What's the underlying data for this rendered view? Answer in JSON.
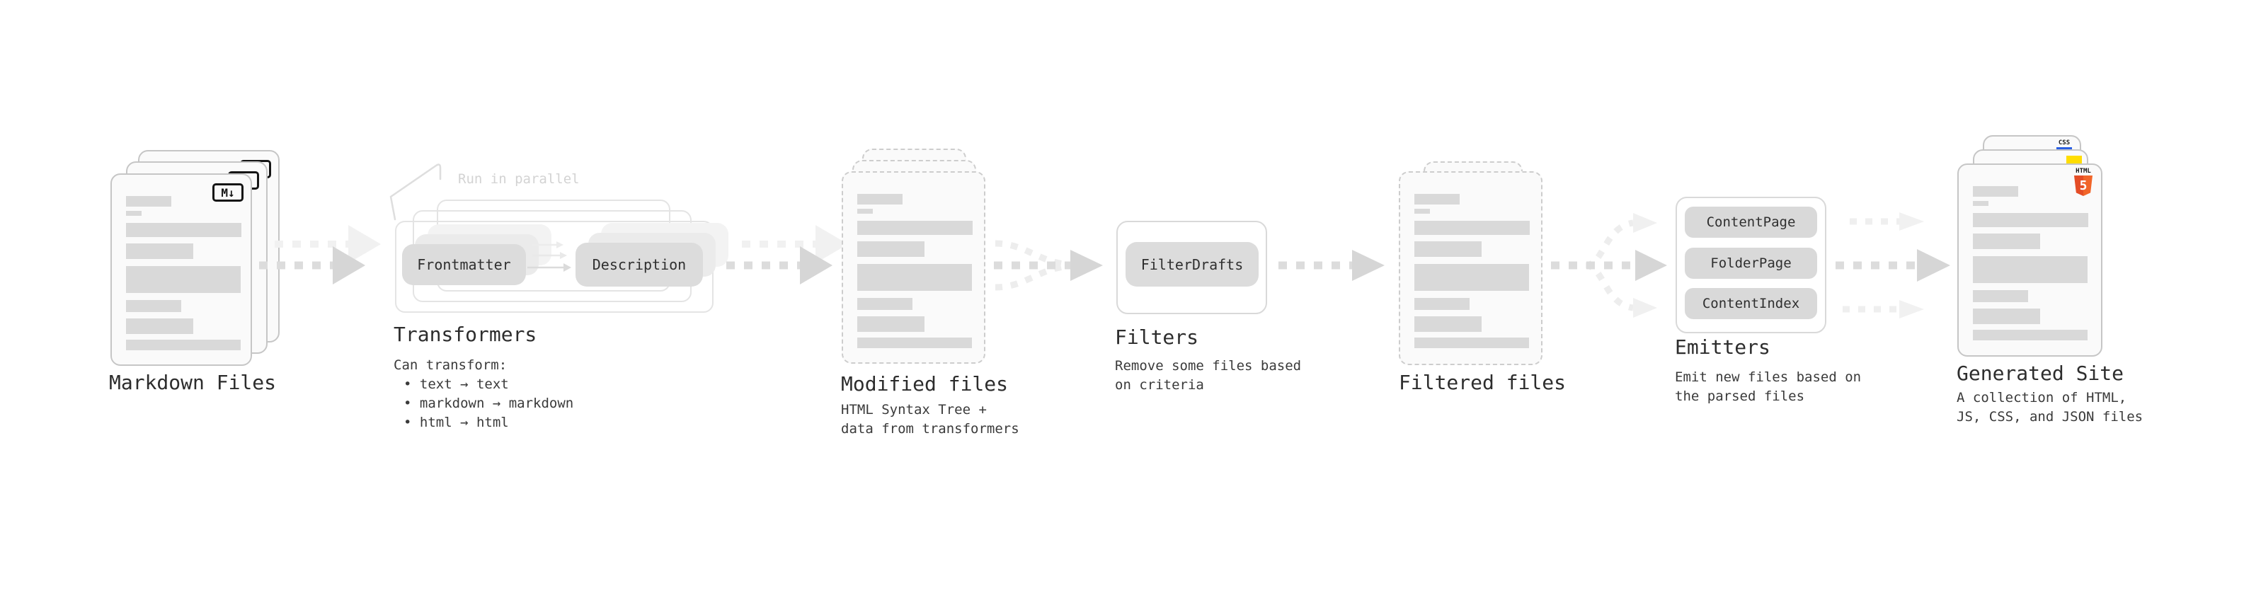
{
  "nodes": {
    "markdown": {
      "label": "Markdown Files",
      "badge": "M↓"
    },
    "transformers": {
      "label": "Transformers",
      "note": "Run in parallel",
      "pill_frontmatter": "Frontmatter",
      "pill_description": "Description",
      "desc0": "Can transform:",
      "desc1": "• text → text",
      "desc2": "• markdown → markdown",
      "desc3": "• html → html"
    },
    "modified": {
      "label": "Modified files",
      "desc0": "HTML Syntax Tree +",
      "desc1": "data from transformers"
    },
    "filters": {
      "label": "Filters",
      "pill": "FilterDrafts",
      "desc0": "Remove some files based",
      "desc1": "on criteria"
    },
    "filtered": {
      "label": "Filtered files"
    },
    "emitters": {
      "label": "Emitters",
      "pill0": "ContentPage",
      "pill1": "FolderPage",
      "pill2": "ContentIndex",
      "desc0": "Emit new files based on",
      "desc1": "the parsed files"
    },
    "site": {
      "label": "Generated Site",
      "desc0": "A collection of HTML,",
      "desc1": "JS, CSS, and JSON files",
      "badge_css": "CSS",
      "badge_html_label": "HTML",
      "badge_html_number": "5"
    }
  },
  "colors": {
    "html5_orange": "#e44d26",
    "html5_orange_light": "#f16529",
    "js_yellow": "#ffdd00",
    "css_blue": "#2b5fe3",
    "pill_gray": "#dcdcdc",
    "arrow_gray": "#dcdcdc",
    "arrow_ghost": "#efefef",
    "doc_bar_gray": "#d9d9d9"
  }
}
